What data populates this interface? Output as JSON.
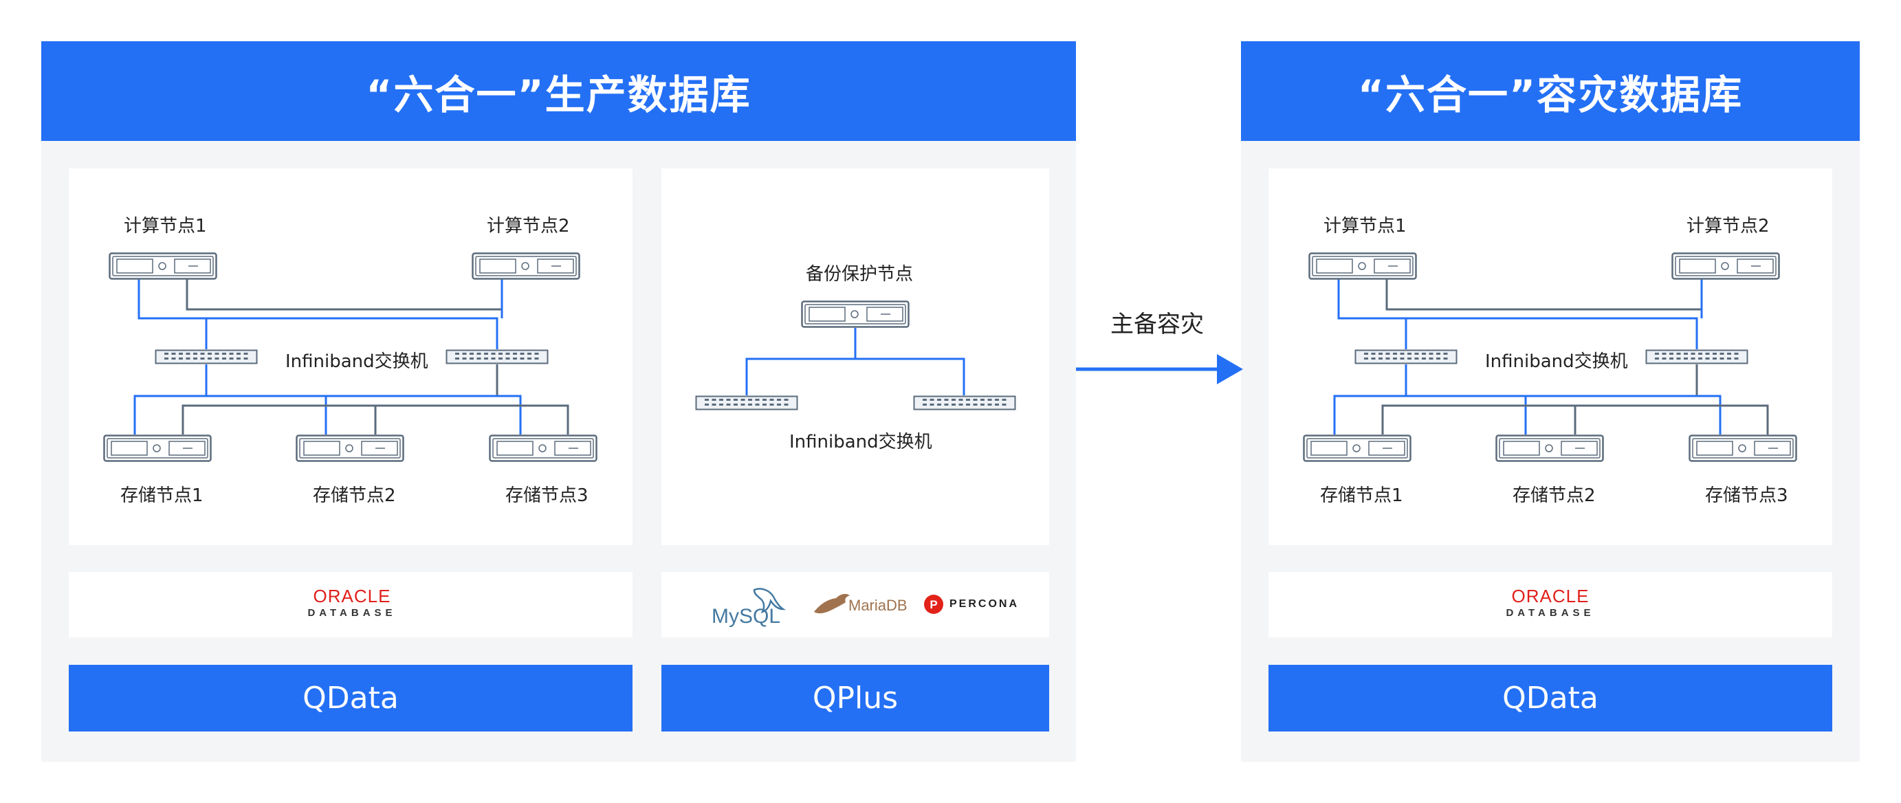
{
  "left_panel": {
    "title": "“六合一”生产数据库",
    "compute_nodes": [
      "计算节点1",
      "计算节点2"
    ],
    "switch_label": "Infiniband交换机",
    "storage_nodes": [
      "存储节点1",
      "存储节点2",
      "存储节点3"
    ],
    "logo": {
      "name": "ORACLE",
      "sub": "DATABASE"
    },
    "button": "QData"
  },
  "backup_card": {
    "node_label": "备份保护节点",
    "switch_label": "Infiniband交换机",
    "logos": [
      {
        "name": "MySQL",
        "icon": "mysql-dolphin-icon"
      },
      {
        "name": "MariaDB",
        "icon": "mariadb-seal-icon"
      },
      {
        "name": "PERCONA",
        "icon": "percona-icon"
      }
    ],
    "button": "QPlus"
  },
  "arrow": {
    "label": "主备容灾"
  },
  "right_panel": {
    "title": "“六合一”容灾数据库",
    "compute_nodes": [
      "计算节点1",
      "计算节点2"
    ],
    "switch_label": "Infiniband交换机",
    "storage_nodes": [
      "存储节点1",
      "存储节点2",
      "存储节点3"
    ],
    "logo": {
      "name": "ORACLE",
      "sub": "DATABASE"
    },
    "button": "QData"
  },
  "colors": {
    "accent": "#2470f5",
    "panel_bg": "#f4f5f7",
    "oracle_red": "#e0201b",
    "line_gray": "#5b6b7c"
  }
}
